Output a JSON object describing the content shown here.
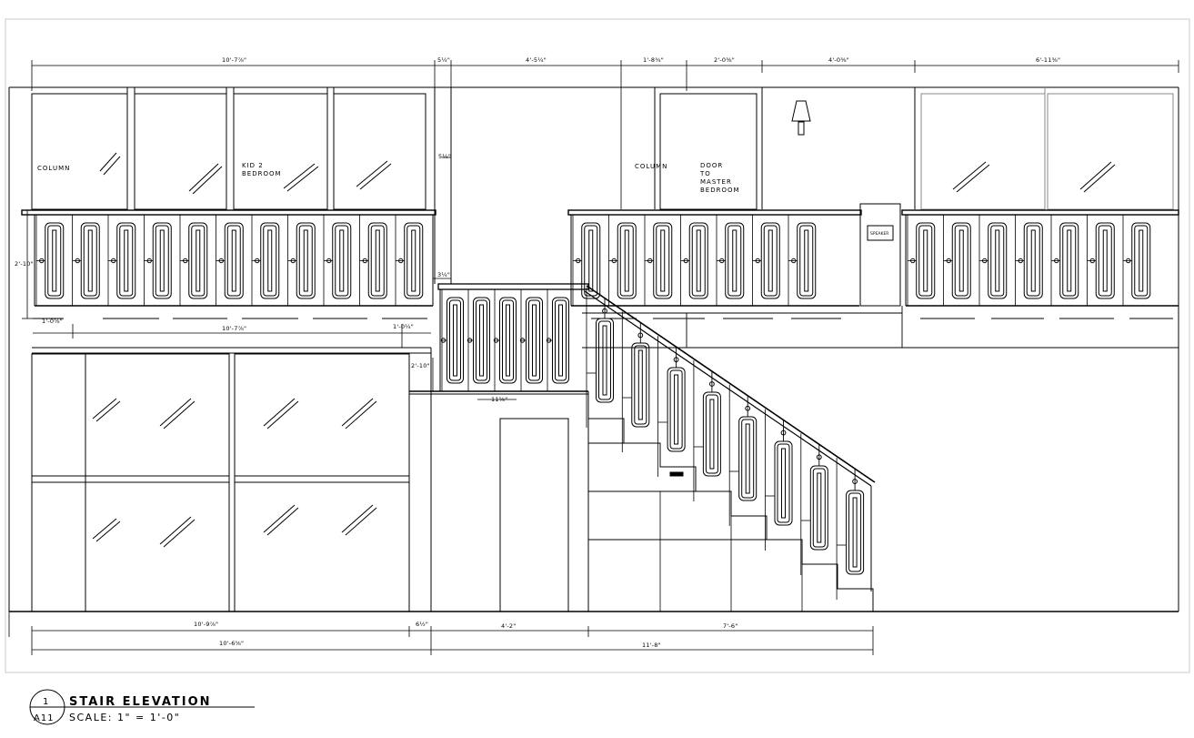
{
  "drawing": {
    "title": "STAIR ELEVATION",
    "scale": "SCALE: 1\" = 1'-0\"",
    "detail_number": "1",
    "sheet_number": "A11"
  },
  "labels": {
    "column_left": "COLUMN",
    "kid2_bedroom": [
      "KID 2",
      "BEDROOM"
    ],
    "column_right": "COLUMN",
    "door_master": [
      "DOOR",
      "TO",
      "MASTER",
      "BEDROOM"
    ],
    "speaker": "SPEAKER"
  },
  "dimensions": {
    "top": [
      "10'-7⅞\"",
      "5¼\"",
      "4'-5¼\"",
      "1'-8¾\"",
      "2'-0⅜\"",
      "4'-0⅜\"",
      "6'-11⅜\""
    ],
    "side_5_quarter": "5¼\"",
    "rail_height_left": "2'-10\"",
    "mid_left": "1'-0⅝\"",
    "mid_center": "10'-7⅞\"",
    "mid_right": "1'-0¼\"",
    "landing_small": "3¼\"",
    "rail_height_landing": "2'-10\"",
    "baluster_spacing": "11⅝\"",
    "bottom_row1": [
      "10'-9⅞\"",
      "6½\"",
      "4'-2\"",
      "7'-6\""
    ],
    "bottom_row2": [
      "10'-6⅝\"",
      "11'-8\""
    ]
  }
}
